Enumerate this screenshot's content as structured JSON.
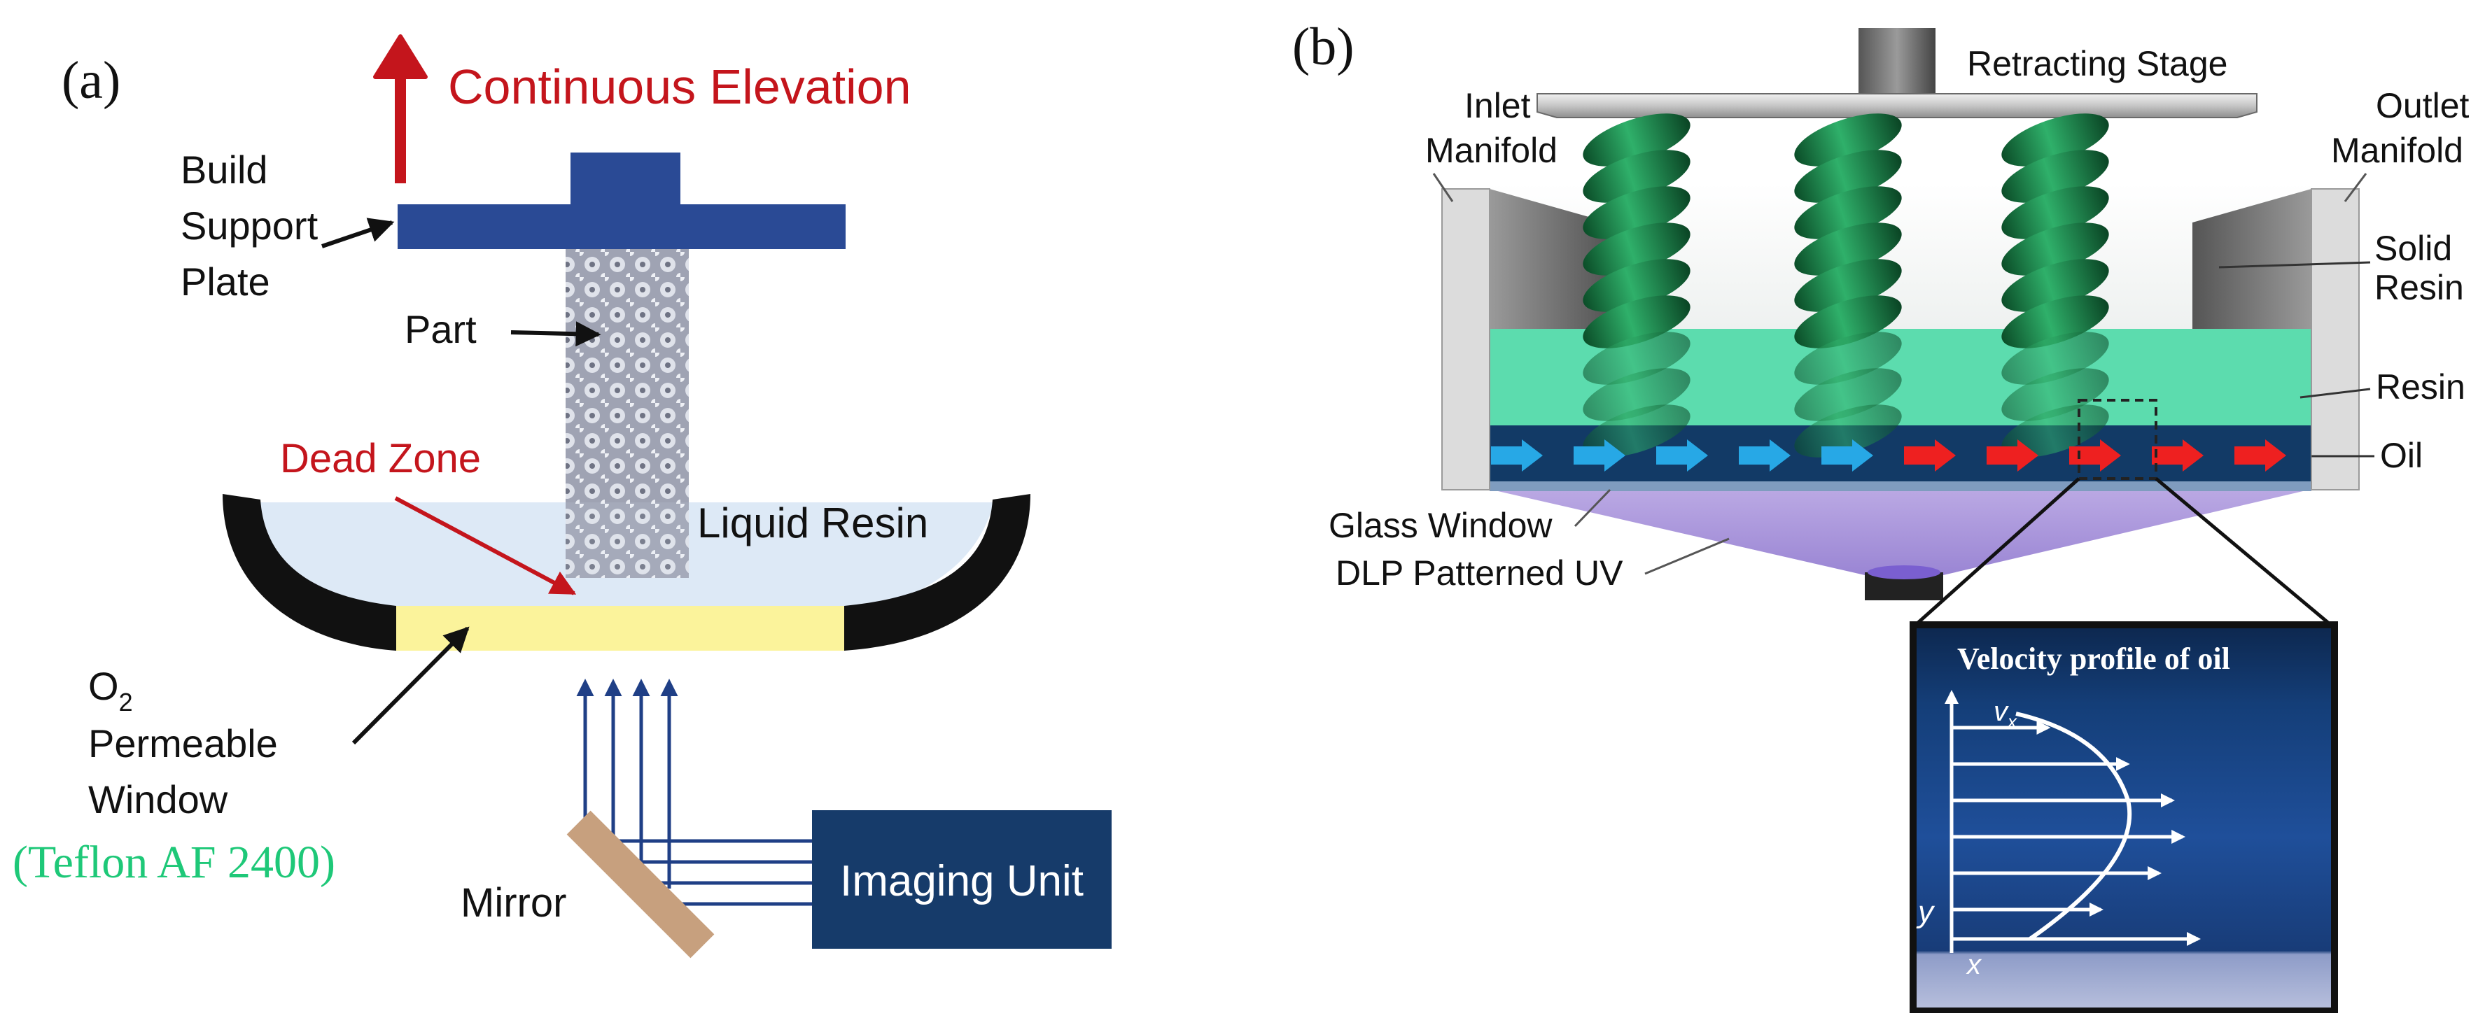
{
  "panel_a": {
    "tag": "(a)",
    "elevation_label": "Continuous Elevation",
    "build_label": [
      "Build",
      "Support",
      "Plate"
    ],
    "part_label": "Part",
    "dead_zone_label": "Dead Zone",
    "liquid_resin_label": "Liquid Resin",
    "window_label": {
      "o2": "O",
      "sub": "2",
      "line2": "Permeable",
      "line3": "Window",
      "material": "(Teflon AF 2400)"
    },
    "mirror_label": "Mirror",
    "imaging_unit_label": "Imaging Unit",
    "colors": {
      "plate": "#2a4a95",
      "elevation": "#c4151c",
      "dead_zone": "#c4151c",
      "window": "#fbf39b",
      "resin": "#dde9f6",
      "imaging_unit": "#163b6a",
      "mirror": "#c7a07e",
      "material_text": "#1ec878"
    }
  },
  "panel_b": {
    "tag": "(b)",
    "retracting_stage_label": "Retracting Stage",
    "inlet_label": [
      "Inlet",
      "Manifold"
    ],
    "outlet_label": [
      "Outlet",
      "Manifold"
    ],
    "solid_resin_label": [
      "Solid",
      "Resin"
    ],
    "resin_label": "Resin",
    "oil_label": "Oil",
    "glass_window_label": "Glass Window",
    "uv_label": "DLP Patterned UV",
    "inset": {
      "title": "Velocity profile of oil",
      "vx_label": "v",
      "vx_sub": "x",
      "y_label": "y",
      "x_label": "x"
    },
    "colors": {
      "solid_resin": "#138a48",
      "resin": "#3fd6a0",
      "oil": "#123a66",
      "arrow_blue": "#27a8e6",
      "arrow_red": "#ee2020",
      "uv": "#a78fd8"
    }
  }
}
